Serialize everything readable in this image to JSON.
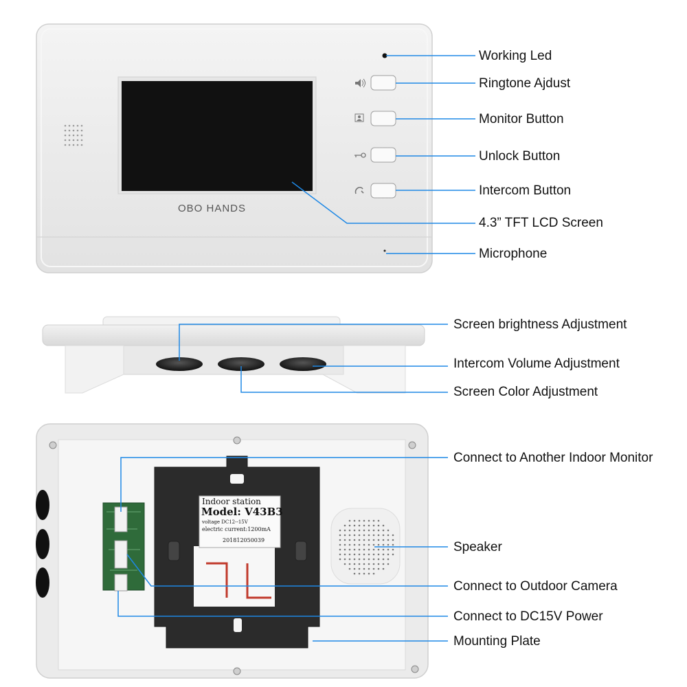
{
  "brand_text": "OBO HANDS",
  "colors": {
    "leader_line": "#1e88e5",
    "device_body": "#ececec",
    "screen": "#111111",
    "plate": "#2b2b2b"
  },
  "front_view": {
    "labels": {
      "working_led": "Working Led",
      "ringtone_adjust": "Ringtone Ajdust",
      "monitor_button": "Monitor Button",
      "unlock_button": "Unlock Button",
      "intercom_button": "Intercom Button",
      "lcd_screen": "4.3” TFT LCD Screen",
      "microphone": "Microphone"
    }
  },
  "bottom_view": {
    "labels": {
      "brightness": "Screen brightness Adjustment",
      "intercom_volume": "Intercom Volume Adjustment",
      "color": "Screen Color Adjustment"
    }
  },
  "back_view": {
    "labels": {
      "another_monitor": "Connect to Another Indoor Monitor",
      "speaker": "Speaker",
      "outdoor_camera": "Connect to Outdoor Camera",
      "dc_power": "Connect to DC15V Power",
      "mounting_plate": "Mounting Plate"
    },
    "nameplate": {
      "title": "Indoor station",
      "model": "Model: V43B3",
      "voltage": "voltage DC12--15V",
      "current": "electric current:1200mA",
      "serial": "201812050039"
    }
  }
}
